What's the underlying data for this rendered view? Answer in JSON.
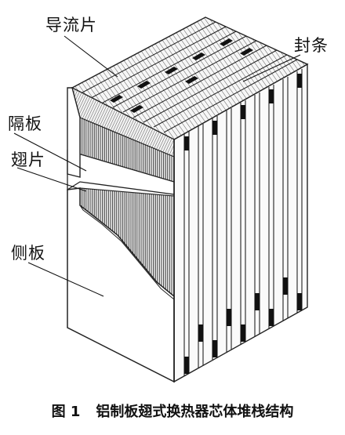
{
  "labels": {
    "guide_vane": "导流片",
    "seal_bar": "封条",
    "parting_sheet": "隔板",
    "fin": "翅片",
    "side_plate": "侧板"
  },
  "caption": {
    "figure_number": "图 1",
    "title": "铝制板翅式换热器芯体堆栈结构"
  }
}
